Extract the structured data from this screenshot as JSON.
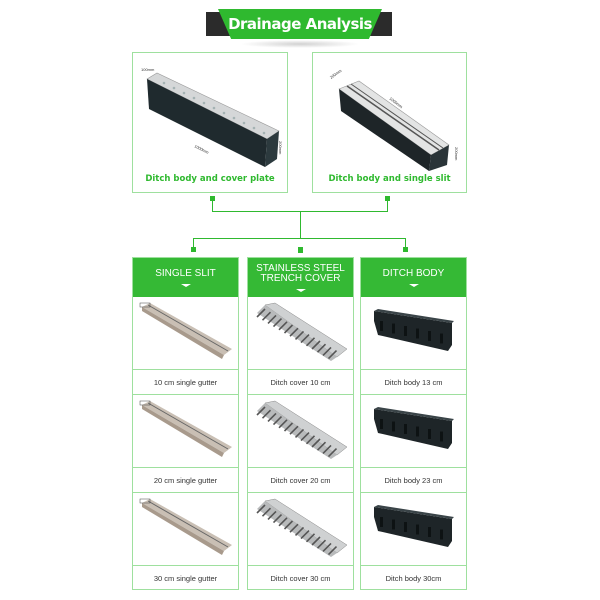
{
  "title": "Drainage Analysis",
  "overview": [
    {
      "caption": "Ditch body and cover plate",
      "dims": [
        "100mm",
        "1000mm",
        "200mm"
      ]
    },
    {
      "caption": "Ditch body and single slit",
      "dims": [
        "200mm",
        "1000mm",
        "200mm"
      ]
    }
  ],
  "columns": [
    {
      "heading_lines": [
        "SINGLE SLIT"
      ],
      "items": [
        "10 cm single gutter",
        "20 cm single gutter",
        "30 cm single gutter"
      ]
    },
    {
      "heading_lines": [
        "STAINLESS STEEL",
        "TRENCH COVER"
      ],
      "items": [
        "Ditch cover 10 cm",
        "Ditch cover 20 cm",
        "Ditch cover 30 cm"
      ]
    },
    {
      "heading_lines": [
        "DITCH BODY"
      ],
      "items": [
        "Ditch body 13 cm",
        "Ditch body 23 cm",
        "Ditch body 30cm"
      ]
    }
  ],
  "colors": {
    "accent": "#2fb92f",
    "border": "#9ee09e",
    "banner_dark": "#2b2b2b"
  }
}
